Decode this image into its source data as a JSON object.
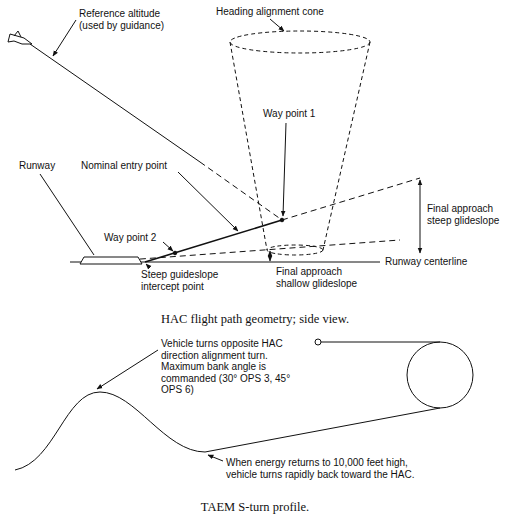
{
  "diagram": {
    "labels": [
      "Heading alignment cone",
      "Reference altitude (used by guidance)",
      "Way point 1",
      "Nominal entry point",
      "Final approach steep glideslope",
      "Runway",
      "Way point 2",
      "Runway centerline",
      "Steep guideslope intercept point",
      "Final approach shallow glideslope",
      "HAC flight path geometry; side view.",
      "Vehicle turns opposite HAC direction alignment turn. Maximum bank angle is commanded (30° OPS 3, 45° OPS 6)",
      "When energy returns to 10,000 feet high, vehicle turns rapidly back toward the HAC.",
      "TAEM S-turn profile."
    ]
  }
}
